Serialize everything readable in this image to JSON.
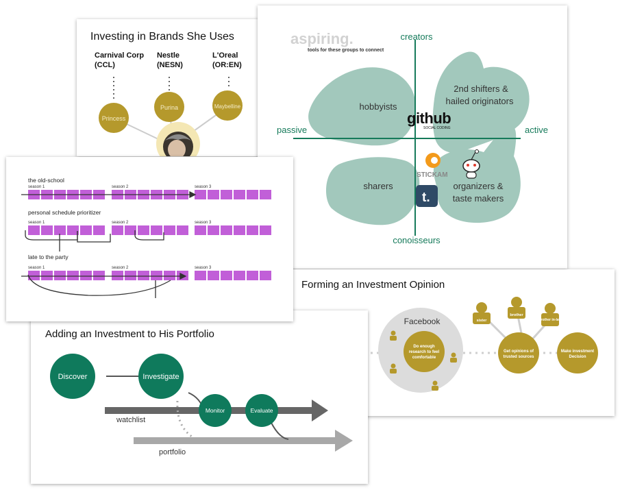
{
  "brands": {
    "title": "Investing in Brands She Uses",
    "companies": [
      {
        "name": "Carnival Corp",
        "ticker": "(CCL)",
        "brand": "Princess"
      },
      {
        "name": "Nestle",
        "ticker": "(NESN)",
        "brand": "Purina"
      },
      {
        "name": "L'Oreal",
        "ticker": "(OR:EN)",
        "brand": "Maybelline"
      }
    ]
  },
  "aspiring": {
    "title": "aspiring.",
    "subtitle": "tools for these groups to connect",
    "axes": {
      "top": "creators",
      "bottom": "conoisseurs",
      "left": "passive",
      "right": "active"
    },
    "quadrants": {
      "top_left": "hobbyists",
      "top_right_line1": "2nd shifters &",
      "top_right_line2": "hailed originators",
      "bottom_left": "sharers",
      "bottom_right_line1": "organizers &",
      "bottom_right_line2": "taste makers"
    },
    "logos": {
      "github": "github",
      "github_tag": "SOCIAL CODING",
      "stickam": "STICKAM",
      "tumblr": "t."
    }
  },
  "schedule": {
    "rows": [
      {
        "label": "the old-school",
        "seasons": [
          "season 1",
          "season 2",
          "season 3"
        ]
      },
      {
        "label": "personal schedule prioritizer",
        "seasons": [
          "season 1",
          "season 2",
          "season 3"
        ]
      },
      {
        "label": "late to the party",
        "seasons": [
          "season 1",
          "season 2",
          "season 3"
        ]
      }
    ],
    "block_color": "#c15fd8"
  },
  "opinion": {
    "title": "Forming an Investment Opinion",
    "group_label": "Facebook",
    "center_text_line1": "Do enough",
    "center_text_line2": "research to feel",
    "center_text_line3": "comfortable",
    "people": [
      {
        "label": "sister"
      },
      {
        "label": "brother"
      },
      {
        "label": "brother in-law"
      }
    ],
    "step2_line1": "Get opinions of",
    "step2_line2": "trusted sources",
    "step3_line1": "Make investment",
    "step3_line2": "Decision",
    "color": "#b5992c"
  },
  "portfolio": {
    "title": "Adding an Investment to His Portfolio",
    "steps": {
      "discover": "Discover",
      "investigate": "Investigate",
      "monitor": "Monitor",
      "evaluate": "Evaluate"
    },
    "tracks": {
      "watchlist": "watchlist",
      "portfolio": "portfolio"
    },
    "color": "#0f7a5c"
  }
}
